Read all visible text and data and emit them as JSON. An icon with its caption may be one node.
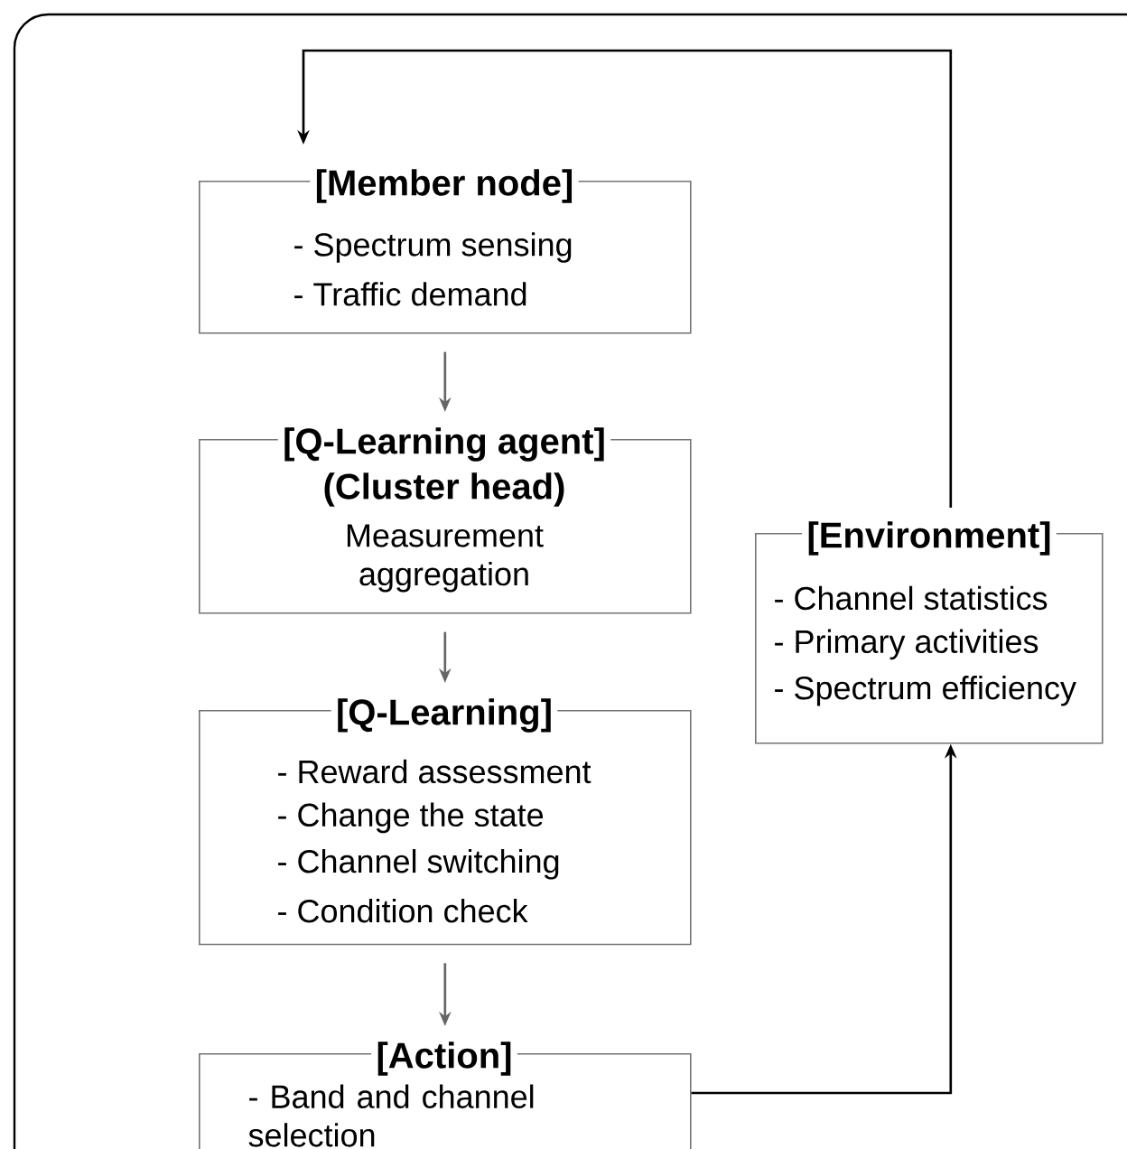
{
  "diagram": {
    "nodes": [
      {
        "text": [
          "[Member node]",
          "- Spectrum sensing",
          "- Traffic demand"
        ]
      },
      {
        "text": [
          "[Q-Learning agent]",
          "(Cluster head)",
          "Measurement aggregation"
        ]
      },
      {
        "text": [
          "[Q-Learning]",
          "- Reward assessment",
          "- Change the state",
          "- Channel switching",
          "- Condition check"
        ]
      },
      {
        "text": [
          "[Action]",
          "- Band and channel selection"
        ]
      },
      {
        "text": [
          "[Environment]",
          "- Channel statistics",
          "- Primary activities",
          "- Spectrum efficiency"
        ]
      }
    ],
    "edges": [
      {
        "from": 0,
        "to": 1,
        "arrow": "to"
      },
      {
        "from": 1,
        "to": 2,
        "arrow": "to"
      },
      {
        "from": 2,
        "to": 3,
        "arrow": "to"
      },
      {
        "from": 3,
        "to": 4,
        "arrow": "to",
        "color": "#000000"
      },
      {
        "from": 4,
        "to": 0,
        "arrow": "to",
        "color": "#000000"
      }
    ]
  }
}
